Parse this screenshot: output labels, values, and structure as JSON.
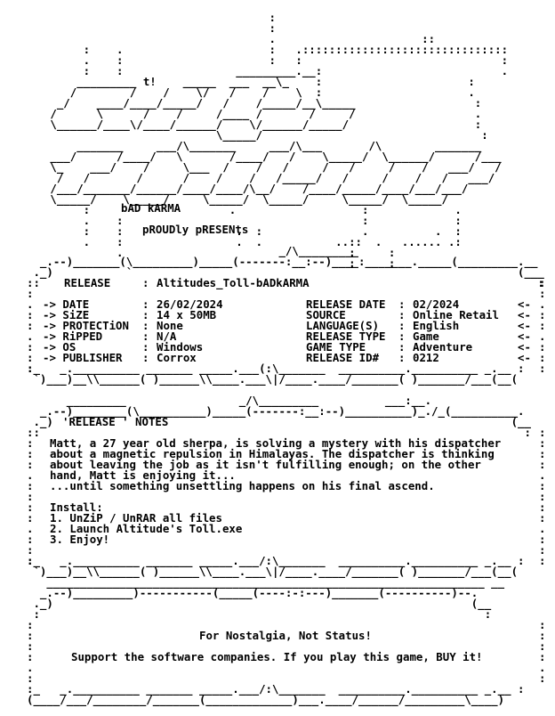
{
  "header": {
    "tag_line": "bAD kARMA",
    "presents": "pROUDly pRESENts",
    "t_mark": "t!"
  },
  "release": {
    "title_label": "RELEASE",
    "title_value": "Altitudes_Toll-bADkARMA",
    "left": [
      {
        "label": "-> DATE",
        "value": "26/02/2024"
      },
      {
        "label": "-> SiZE",
        "value": "14 x 50MB"
      },
      {
        "label": "-> PROTECTiON",
        "value": "None"
      },
      {
        "label": "-> RiPPED",
        "value": "N/A"
      },
      {
        "label": "-> OS",
        "value": "Windows"
      },
      {
        "label": "-> PUBLISHER",
        "value": "Corrox"
      }
    ],
    "right": [
      {
        "label": "RELEASE DATE",
        "value": "02/2024"
      },
      {
        "label": "SOURCE",
        "value": "Online Retail"
      },
      {
        "label": "LANGUAGE(S)",
        "value": "English"
      },
      {
        "label": "RELEASE TYPE",
        "value": "Game"
      },
      {
        "label": "GAME TYPE",
        "value": "Adventure"
      },
      {
        "label": "RELEASE ID#",
        "value": "0212"
      }
    ]
  },
  "notes": {
    "title": "'RELEASE ' NOTES",
    "lines": [
      "Matt, a 27 year old sherpa, is solving a mystery with his dispatcher",
      "about a magnetic repulsion in Himalayas. The dispatcher is thinking",
      "about leaving the job as it isn't fulfilling enough; on the other",
      "hand, Matt is enjoying it...",
      "...until something unsettling happens on his final ascend.",
      "",
      "Install:",
      "1. UnZiP / UnRAR all files",
      "2. Launch Altitude's Toll.exe",
      "3. Enjoy!"
    ]
  },
  "footer": {
    "line1": "For Nostalgia, Not Status!",
    "line2": "Support the software companies. If you play this game, BUY it!"
  }
}
